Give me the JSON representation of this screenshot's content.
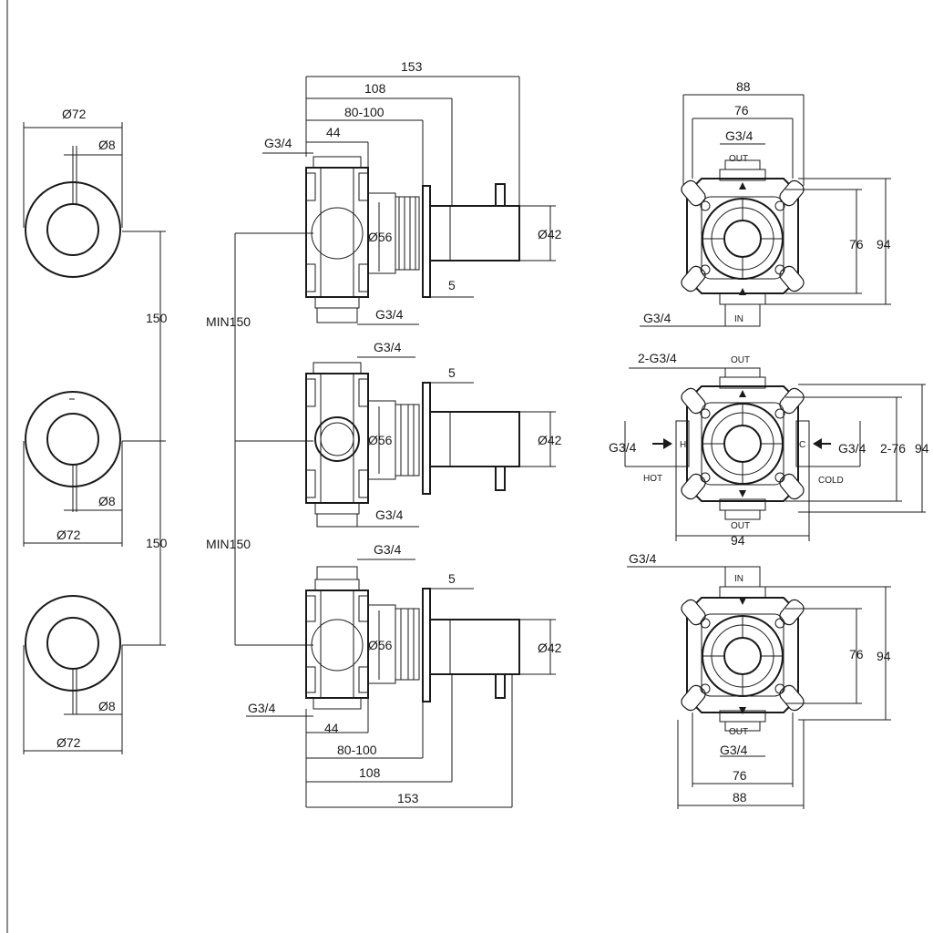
{
  "dims": {
    "d72": "Ø72",
    "d8": "Ø8",
    "d56": "Ø56",
    "d42": "Ø42",
    "v150": "150",
    "min150": "MIN150",
    "l153": "153",
    "l108": "108",
    "l80_100": "80-100",
    "l44": "44",
    "l5": "5",
    "g34": "G3/4",
    "g34x2": "2-G3/4",
    "l88": "88",
    "l76": "76",
    "l94": "94",
    "l2_76": "2-76"
  },
  "ports": {
    "out": "OUT",
    "in": "IN",
    "hot": "HOT",
    "cold": "COLD",
    "hot_letter": "H",
    "cold_letter": "C"
  }
}
